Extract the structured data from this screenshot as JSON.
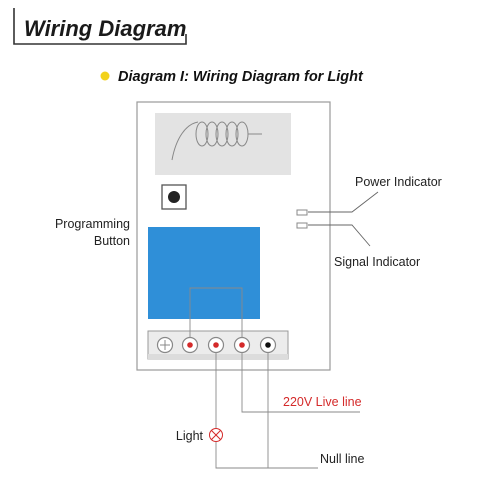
{
  "header": {
    "title": "Wiring Diagram"
  },
  "diagram": {
    "title": "Diagram I: Wiring Diagram for Light",
    "labels": {
      "power_indicator": "Power Indicator",
      "signal_indicator": "Signal  Indicator",
      "programming_line1": "Programming",
      "programming_line2": "Button",
      "live_line": "220V Live line",
      "light": "Light",
      "null_line": "Null line"
    }
  },
  "colors": {
    "bullet": "#f2d21b",
    "live_wire": "#d42a2a",
    "relay_block": "#2f8fd8",
    "antenna_panel": "#e3e3e3",
    "board_outline": "#9a9a9a",
    "wire": "#8a8a8a"
  },
  "icons": {
    "terminal_block": "screw-terminal-icon",
    "light": "light-bulb-cross-icon",
    "antenna": "coil-antenna-icon"
  }
}
